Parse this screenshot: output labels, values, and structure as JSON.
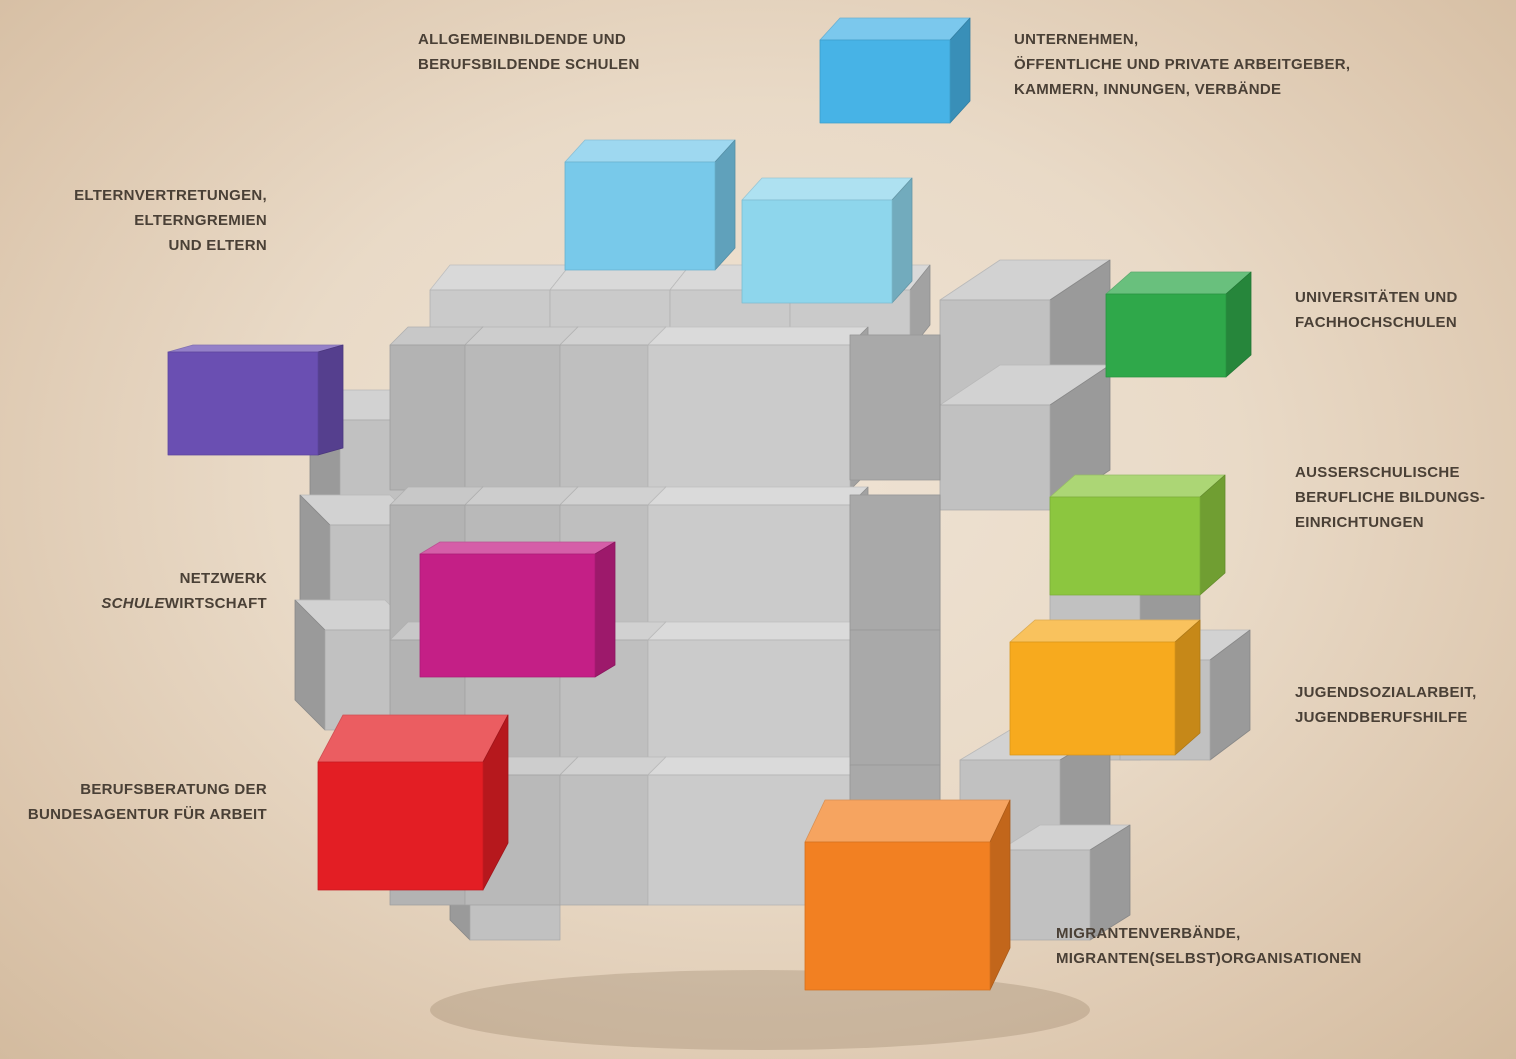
{
  "labels": {
    "schulen": [
      "ALLGEMEINBILDENDE UND",
      "BERUFSBILDENDE SCHULEN"
    ],
    "unternehmen": [
      "UNTERNEHMEN,",
      "ÖFFENTLICHE UND PRIVATE ARBEITGEBER,",
      "KAMMERN, INNUNGEN, VERBÄNDE"
    ],
    "eltern": [
      "ELTERNVERTRETUNGEN,",
      "ELTERNGREMIEN",
      "UND ELTERN"
    ],
    "universitaeten": [
      "UNIVERSITÄTEN UND",
      "FACHHOCHSCHULEN"
    ],
    "ausserschulisch": [
      "AUSSERSCHULISCHE",
      "BERUFLICHE BILDUNGS-",
      "EINRICHTUNGEN"
    ],
    "netzwerk": {
      "line1": "NETZWERK",
      "italic": "SCHULE",
      "rest": "WIRTSCHAFT"
    },
    "jugend": [
      "JUGENDSOZIALARBEIT,",
      "JUGENDBERUFSHILFE"
    ],
    "berufsberatung": [
      "BERUFSBERATUNG DER",
      "BUNDESAGENTUR FÜR ARBEIT"
    ],
    "migranten": [
      "MIGRANTENVERBÄNDE,",
      "MIGRANTEN(SELBST)ORGANISATIONEN"
    ]
  },
  "colors": {
    "gray_cube": "#c9c9c9",
    "purple": "#6a4fb2",
    "sky_blue": "#47b3e6",
    "light_blue": "#78c9ea",
    "light_cyan": "#8ed6ec",
    "green": "#2fa84a",
    "lime": "#8cc63f",
    "magenta": "#c41f86",
    "yellow_orange": "#f7aa1e",
    "red": "#e31e24",
    "orange": "#f28022"
  }
}
